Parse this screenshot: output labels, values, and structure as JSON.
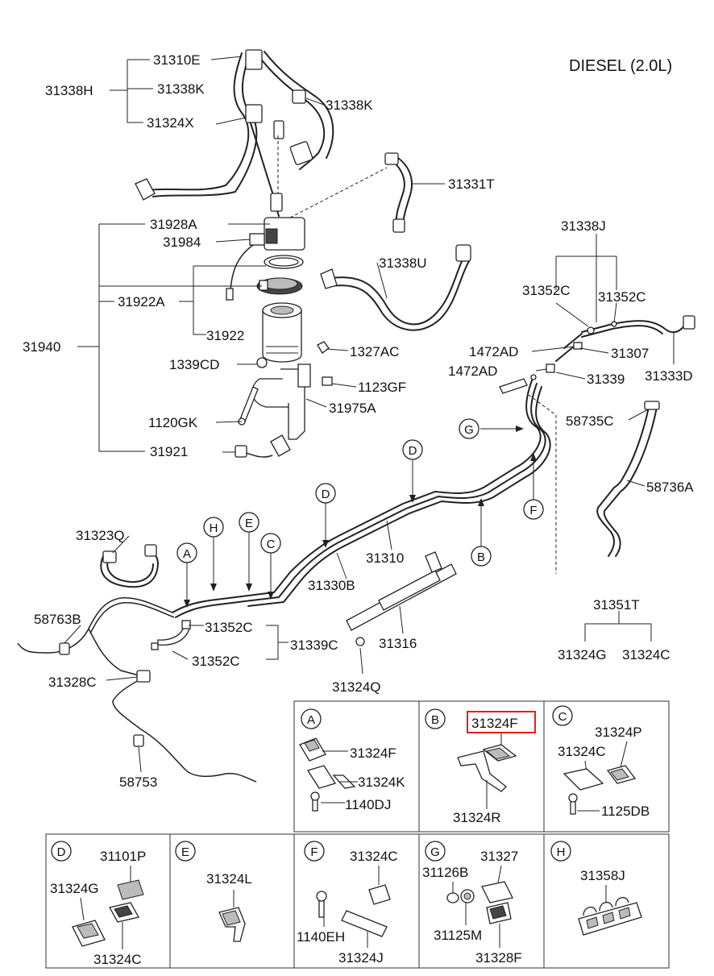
{
  "title": "DIESEL (2.0L)",
  "highlight_color": "#e02020",
  "labels": {
    "l31310E": "31310E",
    "l31338H": "31338H",
    "l31338K_a": "31338K",
    "l31338K_b": "31338K",
    "l31324X": "31324X",
    "l31331T": "31331T",
    "l31928A": "31928A",
    "l31984": "31984",
    "l31338U": "31338U",
    "l31338J": "31338J",
    "l31352C_a": "31352C",
    "l31352C_b": "31352C",
    "l31922A": "31922A",
    "l31922": "31922",
    "l31940": "31940",
    "l1327AC": "1327AC",
    "l1339CD": "1339CD",
    "l1472AD_a": "1472AD",
    "l31307": "31307",
    "l1472AD_b": "1472AD",
    "l31339": "31339",
    "l31333D": "31333D",
    "l1123GF": "1123GF",
    "l31975A": "31975A",
    "l1120GK": "1120GK",
    "l58735C": "58735C",
    "l31921": "31921",
    "l58736A": "58736A",
    "l31323Q": "31323Q",
    "l31310": "31310",
    "l31330B": "31330B",
    "l58763B": "58763B",
    "l31352C_c": "31352C",
    "l31339C": "31339C",
    "l31316": "31316",
    "l31352C_d": "31352C",
    "l31328C": "31328C",
    "l31324Q": "31324Q",
    "l31351T": "31351T",
    "l31324G_top": "31324G",
    "l31324C_top": "31324C",
    "l58753": "58753"
  },
  "callouts": {
    "A": "A",
    "B": "B",
    "C": "C",
    "D1": "D",
    "D2": "D",
    "E": "E",
    "F": "F",
    "G": "G",
    "H": "H"
  },
  "detail_boxes": {
    "A": {
      "letter": "A",
      "parts": [
        "31324F",
        "31324K",
        "1140DJ"
      ]
    },
    "B": {
      "letter": "B",
      "parts": [
        "31324F",
        "31324R"
      ]
    },
    "C": {
      "letter": "C",
      "parts": [
        "31324P",
        "31324C",
        "1125DB"
      ]
    },
    "D": {
      "letter": "D",
      "parts": [
        "31101P",
        "31324G",
        "31324C"
      ]
    },
    "E": {
      "letter": "E",
      "parts": [
        "31324L"
      ]
    },
    "F": {
      "letter": "F",
      "parts": [
        "31324C",
        "1140EH",
        "31324J"
      ]
    },
    "G": {
      "letter": "G",
      "parts": [
        "31126B",
        "31327",
        "31125M",
        "31328F"
      ]
    },
    "H": {
      "letter": "H",
      "parts": [
        "31358J"
      ]
    }
  }
}
